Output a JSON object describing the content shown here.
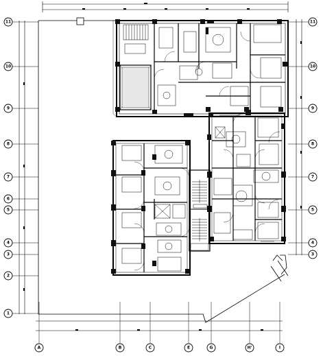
{
  "drawing": {
    "type": "architectural floor plan",
    "column_grid": {
      "x_axes": [
        "A",
        "B",
        "C",
        "E",
        "G",
        "H'",
        "I"
      ],
      "y_axes": [
        "1",
        "2",
        "3",
        "4",
        "5",
        "6",
        "7",
        "8",
        "9",
        "10",
        "11"
      ]
    },
    "colors": {
      "line": "#000000",
      "background": "#ffffff",
      "wall_fill": "#111111"
    }
  }
}
